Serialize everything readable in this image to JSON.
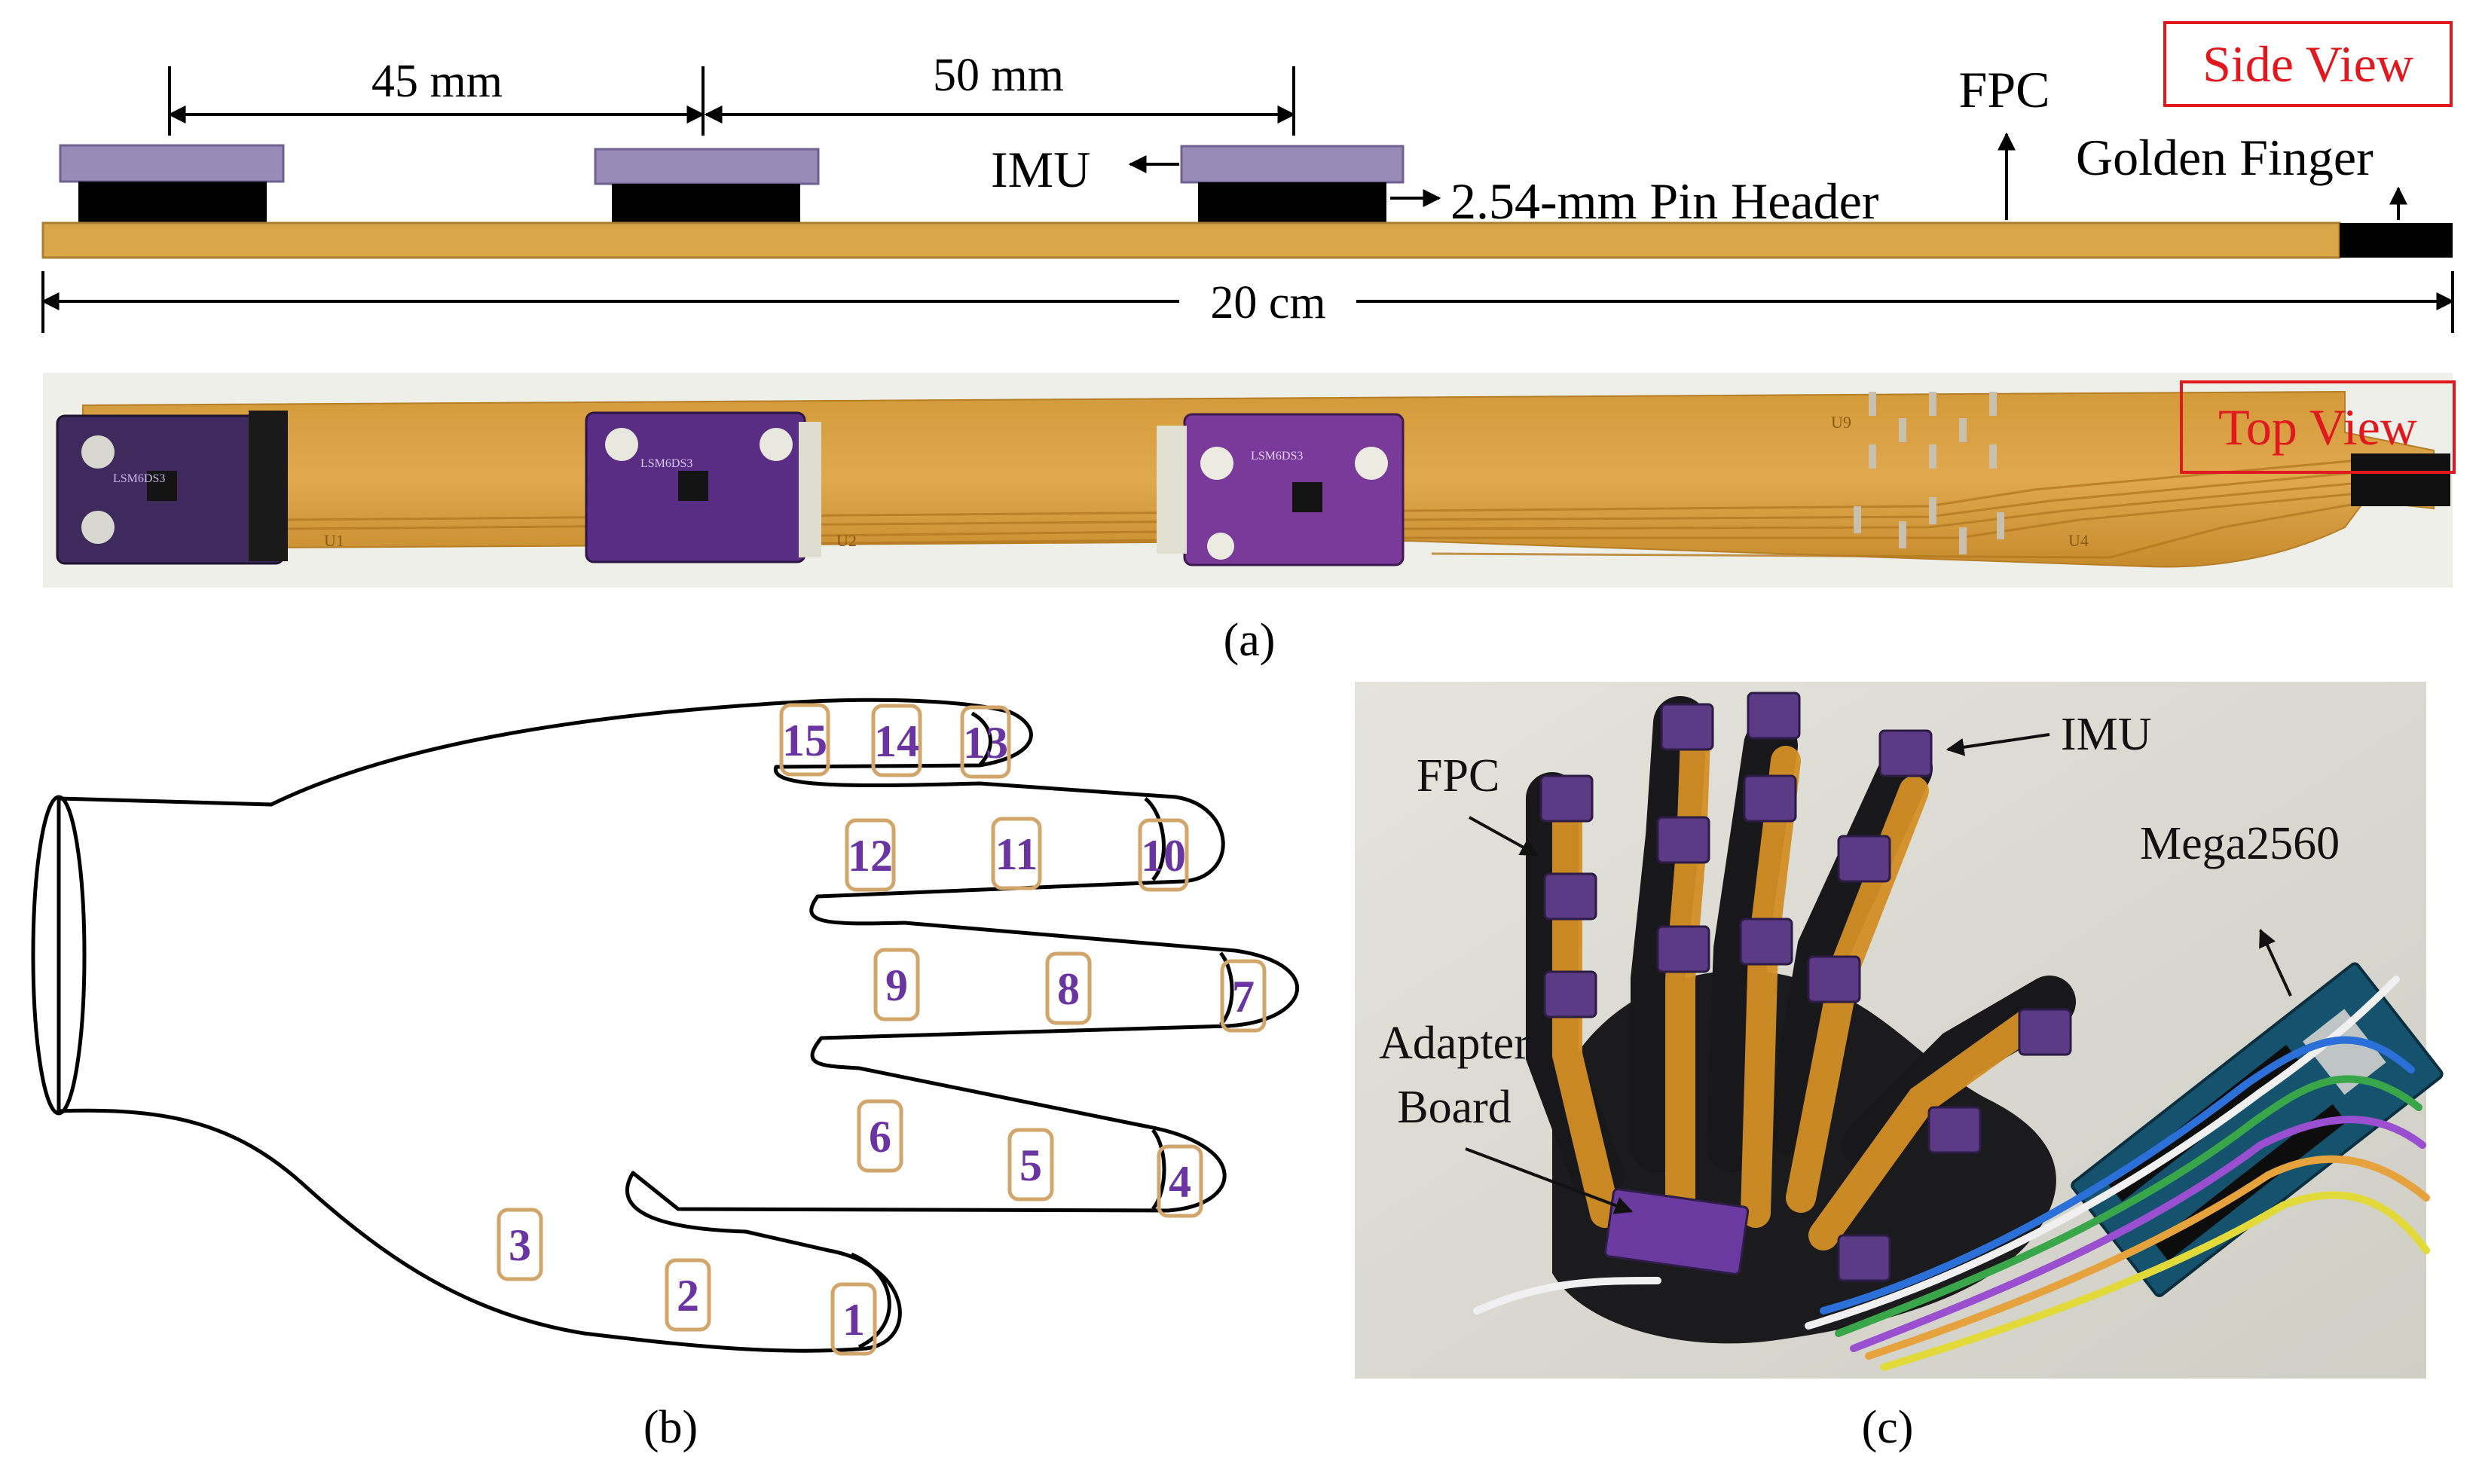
{
  "figure": {
    "side_view": {
      "title": "Side View",
      "dim_a": "45 mm",
      "dim_b": "50 mm",
      "total_length": "20 cm",
      "labels": {
        "imu": "IMU",
        "fpc": "FPC",
        "pin_header": "2.54-mm Pin Header",
        "golden_finger": "Golden Finger"
      }
    },
    "top_view": {
      "title": "Top View",
      "module_marks": [
        "U1",
        "U2",
        "U9",
        "U4"
      ],
      "module_text": "LSM6DS3"
    },
    "captions": {
      "a": "(a)",
      "b": "(b)",
      "c": "(c)"
    },
    "hand": {
      "sensor_numbers": [
        "1",
        "2",
        "3",
        "4",
        "5",
        "6",
        "7",
        "8",
        "9",
        "10",
        "11",
        "12",
        "13",
        "14",
        "15"
      ]
    },
    "photo": {
      "labels": {
        "imu": "IMU",
        "fpc": "FPC",
        "mega": "Mega2560",
        "adapter_line1": "Adapter",
        "adapter_line2": "Board"
      }
    },
    "colors": {
      "imu_purple": "#9a8ab8",
      "pcb_gold": "#d9a648",
      "sensor_box": "#d2a56a",
      "sensor_text": "#6a35a0",
      "view_label_red": "#e0191f"
    }
  }
}
